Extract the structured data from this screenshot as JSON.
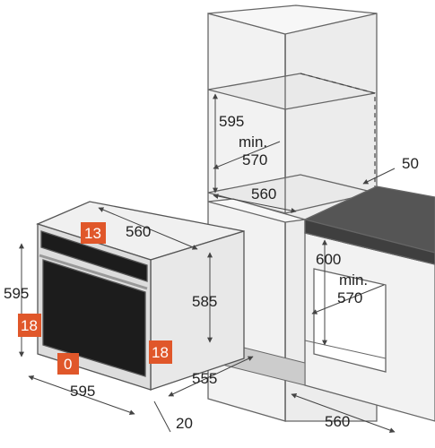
{
  "colors": {
    "background": "#ffffff",
    "outline": "#666666",
    "panel": "#f2f2f2",
    "panel_shade": "#e6e6e6",
    "countertop": "#555555",
    "oven_glass": "#1c1c1c",
    "badge": "#e0572a",
    "text": "#222222"
  },
  "oven_dimensions": {
    "height": "595",
    "width": "595",
    "depth_top": "560",
    "depth_side": "585",
    "depth_bottom": "555",
    "door_offset": "20"
  },
  "clearances": {
    "top": "13",
    "left_side": "18",
    "right_side": "18",
    "bottom": "0"
  },
  "tall_cabinet": {
    "niche_height": "595",
    "niche_min_label": "min.",
    "niche_min_height": "570",
    "niche_width": "560"
  },
  "base_cabinet": {
    "countertop_thickness": "50",
    "niche_height": "600",
    "niche_min_label": "min.",
    "niche_min_height": "570",
    "niche_width": "560"
  },
  "icons": {
    "oven": "oven-icon",
    "tall_cabinet": "tall-cabinet-illustration",
    "base_cabinet": "base-cabinet-illustration"
  }
}
